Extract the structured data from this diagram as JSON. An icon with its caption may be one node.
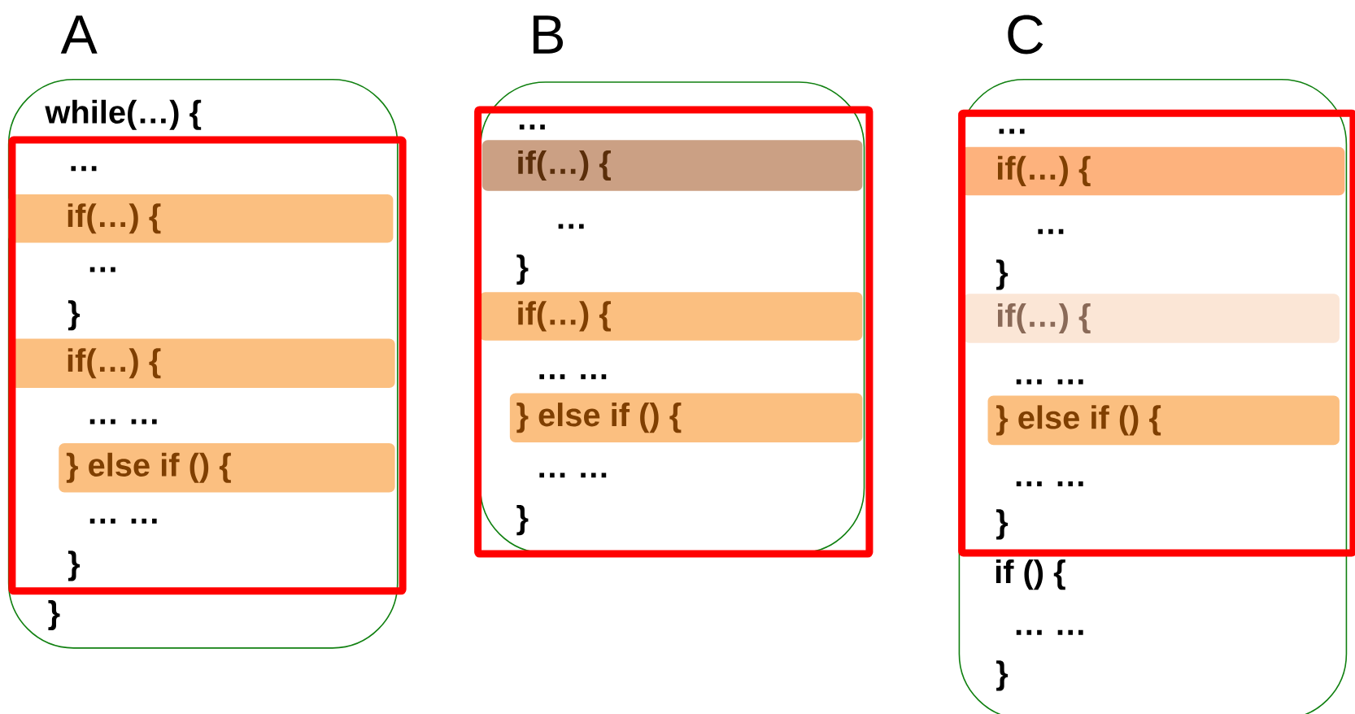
{
  "diagram": {
    "nodes": [
      {
        "text": [
          "A",
          "while(…) {",
          "…",
          "…",
          "}",
          "… …",
          "… …",
          "}",
          "}"
        ]
      },
      {
        "text": [
          "if(…) {"
        ],
        "in": 0
      },
      {
        "text": [
          "if(…) {"
        ],
        "in": 0
      },
      {
        "text": [
          "} else if () {"
        ],
        "in": 0
      },
      {
        "text": [
          "B",
          "…",
          "…",
          "}",
          "… …",
          "… …",
          "}"
        ]
      },
      {
        "text": [
          "if(…) {"
        ],
        "in": 4
      },
      {
        "text": [
          "if(…) {"
        ],
        "in": 4
      },
      {
        "text": [
          "} else if () {"
        ],
        "in": 4
      },
      {
        "text": [
          "C",
          "…",
          "…",
          "}",
          "… …",
          "… …",
          "}",
          "if () {",
          "… …",
          "}"
        ]
      },
      {
        "text": [
          "if(…) {"
        ],
        "in": 8
      },
      {
        "text": [
          "if(…) {"
        ],
        "in": 8
      },
      {
        "text": [
          "} else if () {"
        ],
        "in": 8
      }
    ]
  }
}
